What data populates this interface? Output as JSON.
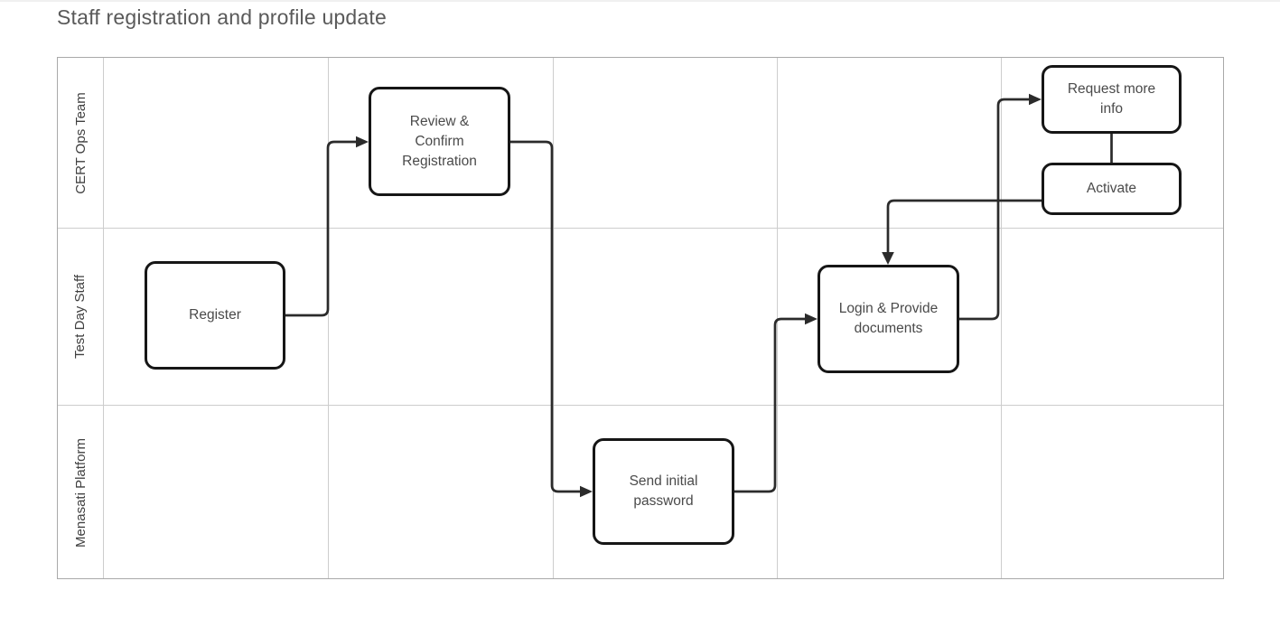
{
  "page": {
    "title": "Staff registration and profile update"
  },
  "diagram": {
    "type": "swimlane-flowchart",
    "lanes": [
      {
        "label": "CERT Ops Team"
      },
      {
        "label": "Test Day Staff"
      },
      {
        "label": "Menasati Platform"
      }
    ],
    "nodes": [
      {
        "id": "register",
        "label": "Register",
        "lane": "Test Day Staff"
      },
      {
        "id": "review-confirm-registration",
        "label": "Review & Confirm Registration",
        "lane": "CERT Ops Team"
      },
      {
        "id": "send-initial-password",
        "label": "Send initial password",
        "lane": "Menasati Platform"
      },
      {
        "id": "login-provide-documents",
        "label": "Login & Provide documents",
        "lane": "Test Day Staff"
      },
      {
        "id": "request-more-info",
        "label": "Request more info",
        "lane": "CERT Ops Team"
      },
      {
        "id": "activate",
        "label": "Activate",
        "lane": "CERT Ops Team"
      }
    ],
    "edges": [
      {
        "from": "register",
        "to": "review-confirm-registration",
        "arrow": true
      },
      {
        "from": "review-confirm-registration",
        "to": "send-initial-password",
        "arrow": true
      },
      {
        "from": "send-initial-password",
        "to": "login-provide-documents",
        "arrow": true
      },
      {
        "from": "login-provide-documents",
        "to": "request-more-info",
        "arrow": true
      },
      {
        "from": "request-more-info",
        "to": "activate",
        "arrow": false
      },
      {
        "from": "activate",
        "to": "login-provide-documents",
        "arrow": true
      }
    ],
    "colors": {
      "node_border": "#161616",
      "node_text": "#4a4a4a",
      "connector_line": "#2b2b2b",
      "grid_line": "#cdcdcd",
      "table_border": "#a9a9a9",
      "lane_label_text": "#404040",
      "title_text": "#5a5a5a"
    }
  }
}
